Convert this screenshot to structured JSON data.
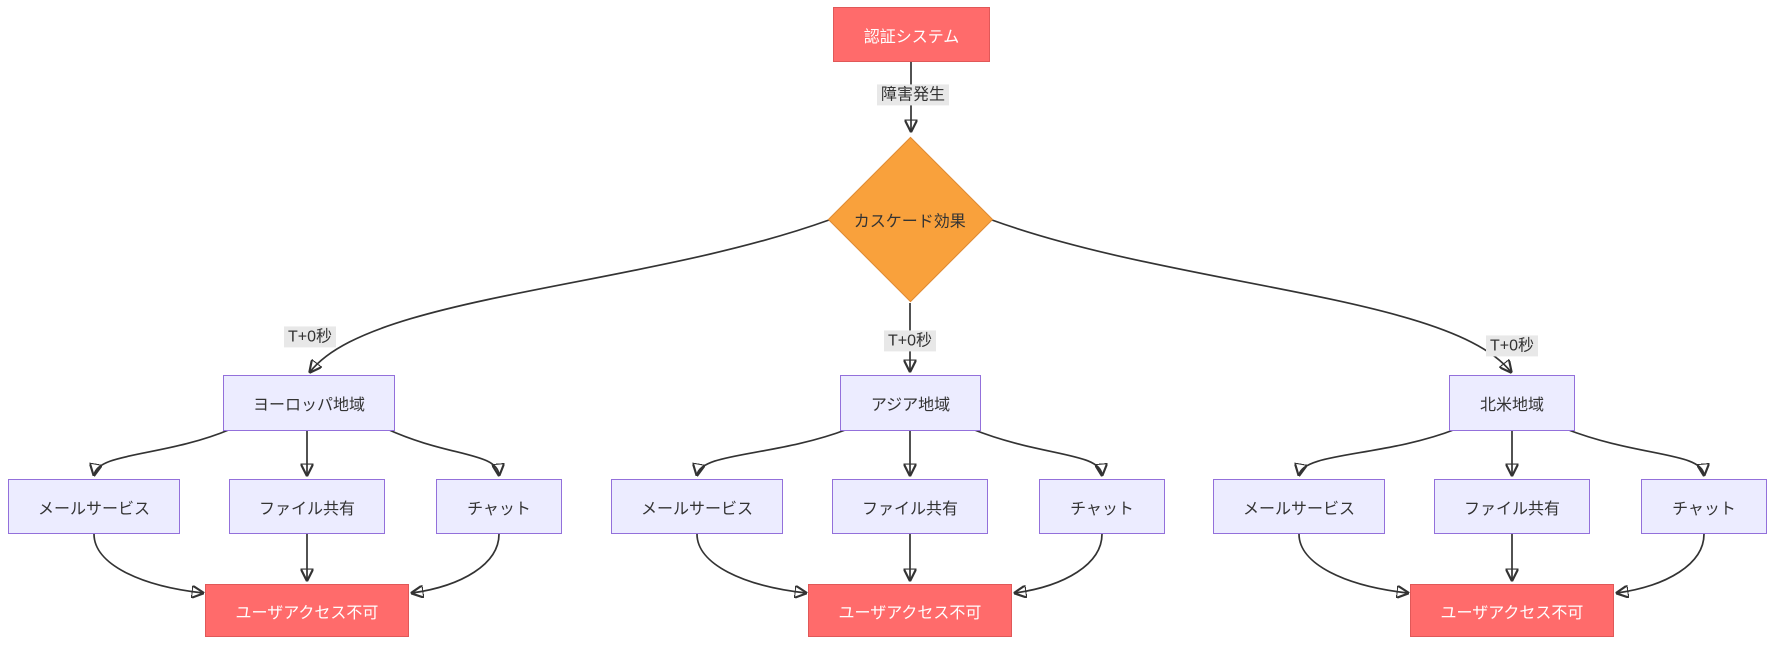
{
  "diagram": {
    "type": "flowchart",
    "direction": "top-down",
    "root": {
      "label": "認証システム"
    },
    "root_edge_label": "障害発生",
    "decision": {
      "label": "カスケード効果"
    },
    "branch_edge_label": "T+0秒",
    "clusters": [
      {
        "region": "ヨーロッパ地域",
        "services": [
          "メールサービス",
          "ファイル共有",
          "チャット"
        ],
        "outcome": "ユーザアクセス不可"
      },
      {
        "region": "アジア地域",
        "services": [
          "メールサービス",
          "ファイル共有",
          "チャット"
        ],
        "outcome": "ユーザアクセス不可"
      },
      {
        "region": "北米地域",
        "services": [
          "メールサービス",
          "ファイル共有",
          "チャット"
        ],
        "outcome": "ユーザアクセス不可"
      }
    ],
    "colors": {
      "critical_fill": "#ff6b6b",
      "critical_border": "#e05858",
      "decision_fill": "#f9a13c",
      "decision_border": "#de8b36",
      "node_fill": "#ececff",
      "node_border": "#9370db",
      "edge": "#333333",
      "edge_label_bg": "#e8e8e8",
      "text": "#333333"
    }
  }
}
